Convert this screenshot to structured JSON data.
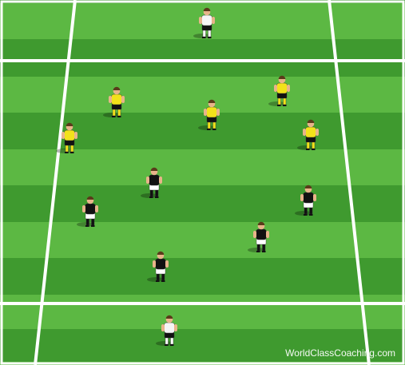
{
  "watermark": "WorldClassCoaching.com",
  "colors": {
    "grass_dark": "#3f9a2f",
    "grass_light": "#5cb843",
    "line": "#ffffff",
    "team_yellow": "#f2e21a",
    "team_black": "#111111",
    "team_white": "#f5f5f5",
    "skin": "#e8b48a"
  },
  "players": [
    {
      "team": "white",
      "role": "goalkeeper-top"
    },
    {
      "team": "yellow",
      "role": "attacker"
    },
    {
      "team": "yellow",
      "role": "attacker"
    },
    {
      "team": "yellow",
      "role": "attacker"
    },
    {
      "team": "yellow",
      "role": "attacker"
    },
    {
      "team": "yellow",
      "role": "attacker"
    },
    {
      "team": "black",
      "role": "defender"
    },
    {
      "team": "black",
      "role": "defender"
    },
    {
      "team": "black",
      "role": "defender"
    },
    {
      "team": "black",
      "role": "defender"
    },
    {
      "team": "black",
      "role": "defender"
    },
    {
      "team": "white",
      "role": "goalkeeper-bottom"
    }
  ]
}
